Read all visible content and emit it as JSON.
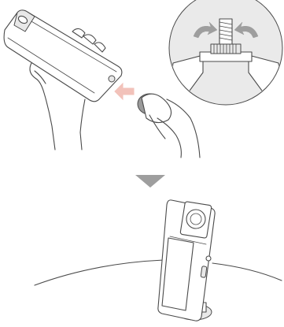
{
  "figure": {
    "steps": [
      {
        "id": "attach-adapter",
        "icon": "hand-holding-camera-and-screw-mount"
      },
      {
        "id": "detail-screw",
        "icon": "rotation-arrows-icon"
      },
      {
        "id": "stand-camera",
        "icon": "camera-standing-on-mount"
      }
    ],
    "arrow_color": "#9e9e9e",
    "pointer_color": "#f2c2ba",
    "detail_ring_color": "#eaeaea",
    "line_color": "#4a4a4a"
  }
}
